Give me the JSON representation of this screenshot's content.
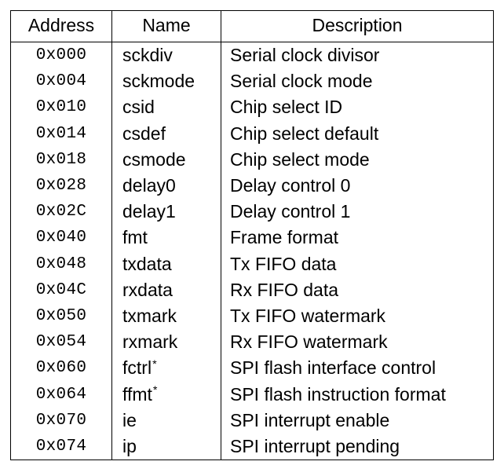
{
  "table": {
    "columns": [
      {
        "key": "address",
        "label": "Address",
        "align": "center"
      },
      {
        "key": "name",
        "label": "Name",
        "align": "center"
      },
      {
        "key": "description",
        "label": "Description",
        "align": "center"
      }
    ],
    "footnote_marker": "*",
    "rows": [
      {
        "address": "0x000",
        "name": "sckdiv",
        "marker": "",
        "description": "Serial clock divisor"
      },
      {
        "address": "0x004",
        "name": "sckmode",
        "marker": "",
        "description": "Serial clock mode"
      },
      {
        "address": "0x010",
        "name": "csid",
        "marker": "",
        "description": "Chip select ID"
      },
      {
        "address": "0x014",
        "name": "csdef",
        "marker": "",
        "description": "Chip select default"
      },
      {
        "address": "0x018",
        "name": "csmode",
        "marker": "",
        "description": "Chip select mode"
      },
      {
        "address": "0x028",
        "name": "delay0",
        "marker": "",
        "description": "Delay control 0"
      },
      {
        "address": "0x02C",
        "name": "delay1",
        "marker": "",
        "description": "Delay control 1"
      },
      {
        "address": "0x040",
        "name": "fmt",
        "marker": "",
        "description": "Frame format"
      },
      {
        "address": "0x048",
        "name": "txdata",
        "marker": "",
        "description": "Tx FIFO data"
      },
      {
        "address": "0x04C",
        "name": "rxdata",
        "marker": "",
        "description": "Rx FIFO data"
      },
      {
        "address": "0x050",
        "name": "txmark",
        "marker": "",
        "description": "Tx FIFO watermark"
      },
      {
        "address": "0x054",
        "name": "rxmark",
        "marker": "",
        "description": "Rx FIFO watermark"
      },
      {
        "address": "0x060",
        "name": "fctrl",
        "marker": "*",
        "description": "SPI flash interface control"
      },
      {
        "address": "0x064",
        "name": "ffmt",
        "marker": "*",
        "description": "SPI flash instruction format"
      },
      {
        "address": "0x070",
        "name": "ie",
        "marker": "",
        "description": "SPI interrupt enable"
      },
      {
        "address": "0x074",
        "name": "ip",
        "marker": "",
        "description": "SPI interrupt pending"
      }
    ]
  },
  "colors": {
    "border": "#000000",
    "text": "#000000",
    "background": "#ffffff"
  }
}
